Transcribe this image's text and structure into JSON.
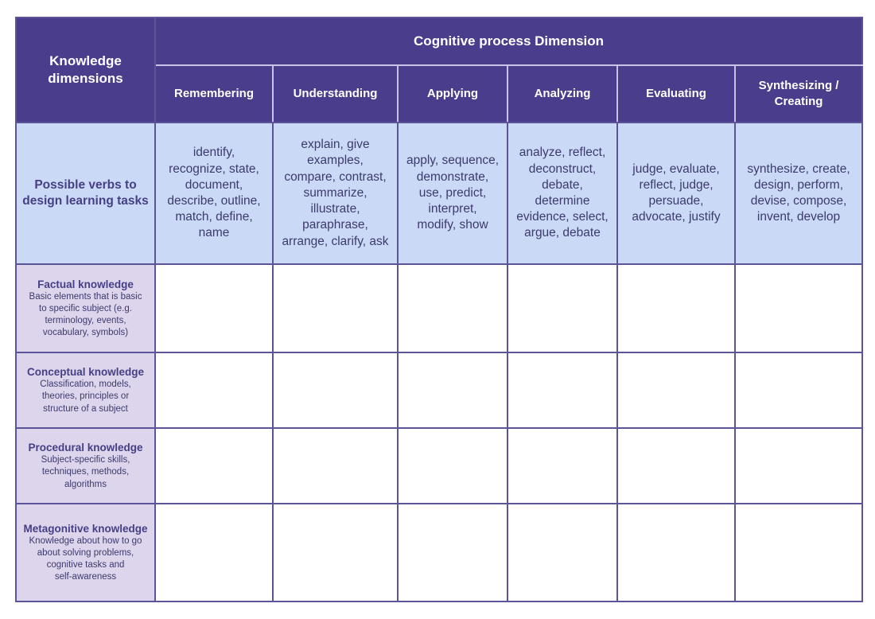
{
  "header": {
    "corner": "Knowledge\ndimensions",
    "title": "Cognitive process Dimension",
    "columns": [
      "Remembering",
      "Understanding",
      "Applying",
      "Analyzing",
      "Evaluating",
      "Synthesizing /\nCreating"
    ]
  },
  "verbs": {
    "label": "Possible verbs to\ndesign learning tasks",
    "cells": [
      "identify,\nrecognize, state,\ndocument,\ndescribe, outline,\nmatch, define,\nname",
      "explain, give\nexamples,\ncompare, contrast,\nsummarize,\nillustrate,\nparaphrase,\narrange, clarify, ask",
      "apply, sequence,\ndemonstrate,\nuse, predict,\ninterpret,\nmodify, show",
      "analyze, reflect,\ndeconstruct,\ndebate,\ndetermine\nevidence, select,\nargue, debate",
      "judge, evaluate,\nreflect, judge,\npersuade,\nadvocate, justify",
      "synthesize, create,\ndesign, perform,\ndevise, compose,\ninvent, develop"
    ]
  },
  "knowledge": [
    {
      "title": "Factual knowledge",
      "desc": "Basic elements that is basic\nto specific subject (e.g.\nterminology, events,\nvocabulary, symbols)"
    },
    {
      "title": "Conceptual knowledge",
      "desc": "Classification, models,\ntheories, principles or\nstructure of a subject"
    },
    {
      "title": "Procedural knowledge",
      "desc": "Subject-specific skills,\ntechniques, methods,\nalgorithms"
    },
    {
      "title": "Metagonitive knowledge",
      "desc": "Knowledge about how to go\nabout solving problems,\ncognitive tasks and\nself-awareness"
    }
  ]
}
